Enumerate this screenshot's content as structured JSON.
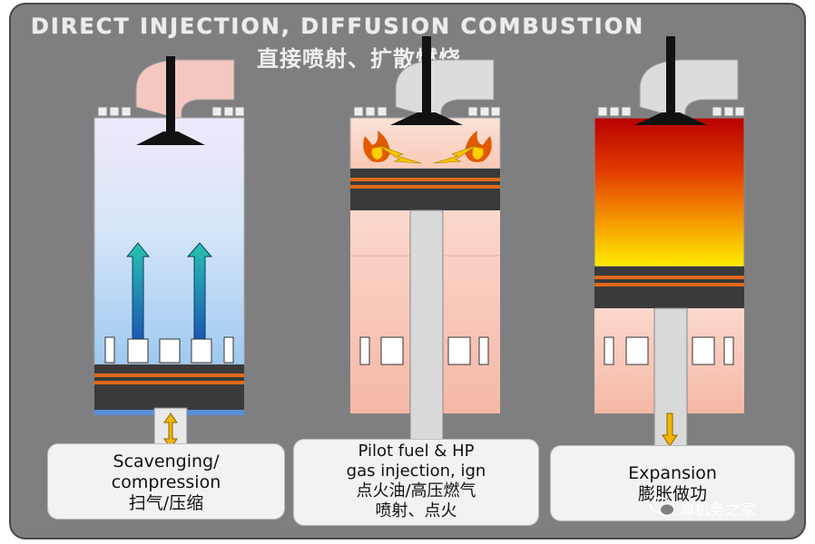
{
  "title": {
    "en": "DIRECT INJECTION, DIFFUSION COMBUSTION",
    "cn": "直接喷射、扩散燃烧"
  },
  "stages": [
    {
      "id": "scavenging",
      "caption_lines": [
        "Scavenging/",
        "compression",
        "扫气/压缩"
      ]
    },
    {
      "id": "injection",
      "caption_lines": [
        "Pilot fuel & HP",
        "gas  injection, ign",
        "点火油/高压燃气",
        "喷射、点火"
      ]
    },
    {
      "id": "expansion",
      "caption_lines": [
        "Expansion",
        "膨胀做功"
      ]
    }
  ],
  "watermark": {
    "text": "海机务之家",
    "icon": "wechat-icon"
  },
  "colors": {
    "frame": "#7f7f81",
    "cylinder_cold": "#dfe6f8",
    "cylinder_hot_top": "#b30000",
    "cylinder_hot_bottom": "#ffe000",
    "piston": "#3a3a3a",
    "piston_rings": "#e06a1a",
    "arrow_air": "#1f7fc4",
    "arrow_motion": "#f3b400",
    "liner_pink": "#f9cfc2"
  }
}
